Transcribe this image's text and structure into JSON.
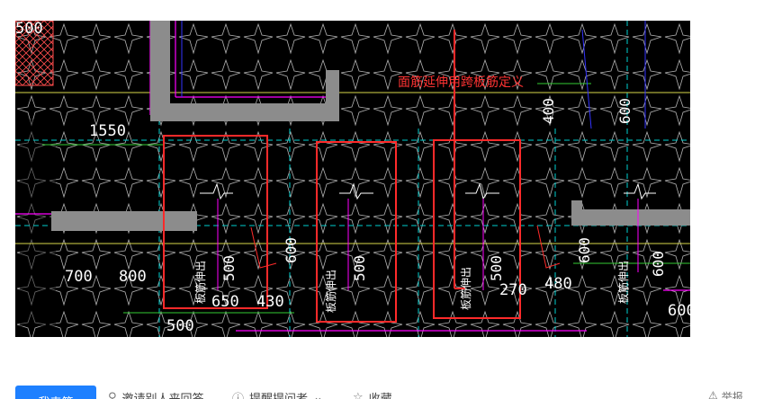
{
  "drawing": {
    "annotation_text": "面筋延伸用跨板筋定义",
    "labels": {
      "top_left": "500",
      "dim_1550": "1550",
      "dim_700": "700",
      "dim_800": "800",
      "dim_650": "650",
      "dim_430": "430",
      "dim_500_bottom": "500",
      "dim_600_right_top": "600",
      "dim_400": "400",
      "dim_600_a": "600",
      "dim_600_b": "600",
      "dim_600_c": "600",
      "dim_600_right_bottom": "600",
      "dim_270": "270",
      "dim_480": "480",
      "rebar_label_1": "板筋伸出",
      "rebar_label_2": "板筋伸出",
      "rebar_label_3": "板筋伸出",
      "rebar_label_4": "板筋伸出",
      "rebar_len_1": "500",
      "rebar_len_2": "500",
      "rebar_len_3": "500"
    },
    "colors": {
      "background": "#000000",
      "highlight_box": "#ff2a2a",
      "annotation": "#ff3333",
      "dimension": "#ffffff",
      "beam": "#8c8c8c",
      "wall_line": "#ff00ff",
      "grid_cyan": "#00d0d0",
      "green_dim": "#33cc33",
      "blue_line": "#3333ff"
    }
  },
  "actions": {
    "answer_button": "我来答",
    "invite": "邀请别人来回答",
    "remind": "提醒提问者",
    "collect": "收藏",
    "report": "举报"
  },
  "icons": {
    "invite": "person-icon",
    "remind": "info-icon",
    "collect": "star-icon",
    "report": "warning-icon"
  }
}
